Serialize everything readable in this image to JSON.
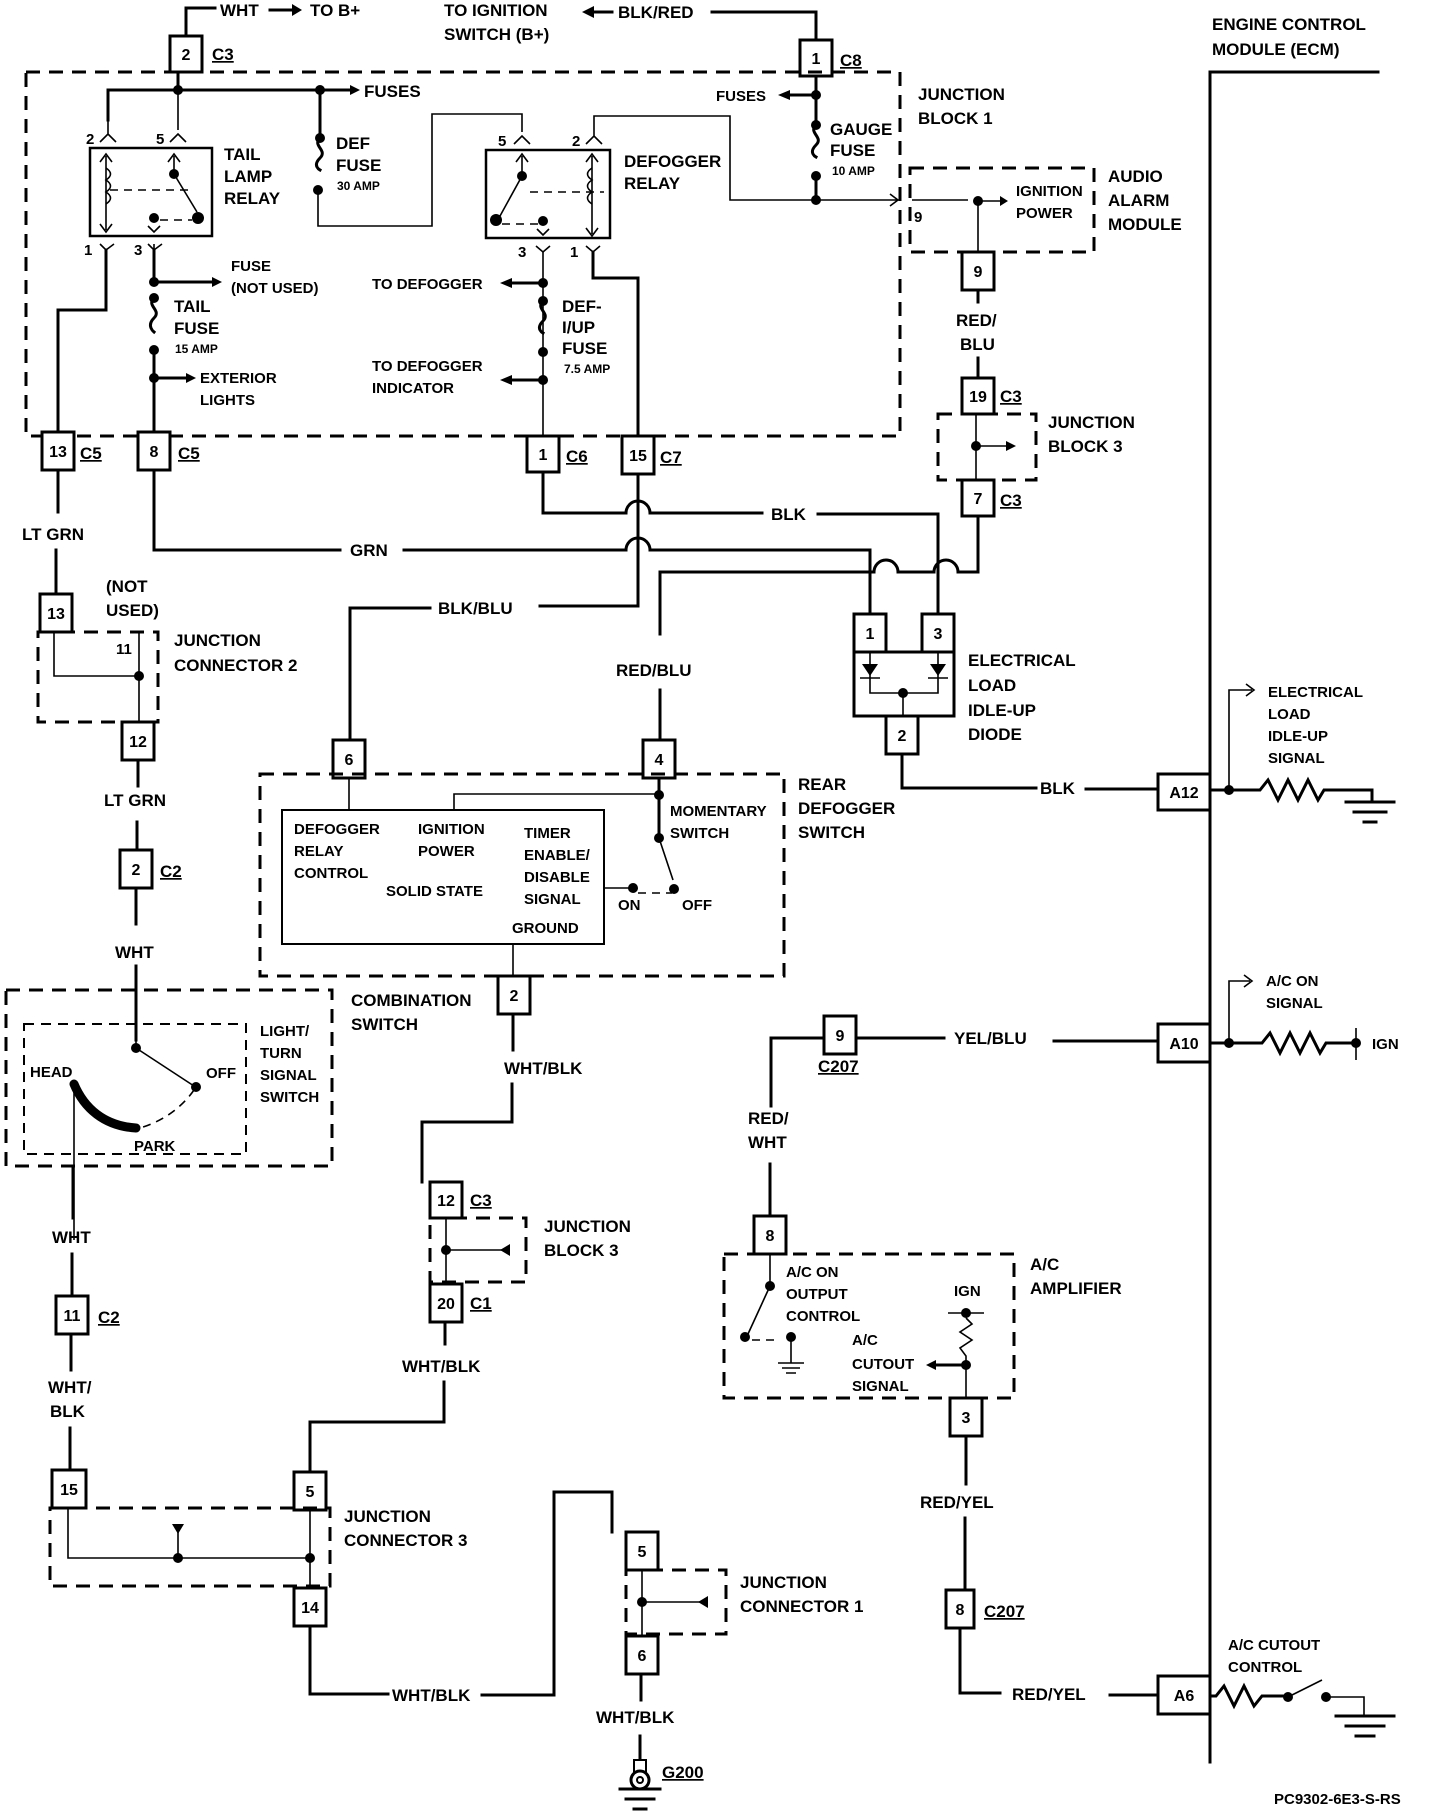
{
  "diagram": {
    "type": "automotive-wiring-schematic",
    "reference_code": "PC9302-6E3-S-RS",
    "components": {
      "ecm": {
        "line1": "ENGINE CONTROL",
        "line2": "MODULE (ECM)"
      },
      "junction_block_1": {
        "line1": "JUNCTION",
        "line2": "BLOCK 1"
      },
      "audio_alarm_module": {
        "line1": "AUDIO",
        "line2": "ALARM",
        "line3": "MODULE",
        "inner1": "IGNITION",
        "inner2": "POWER",
        "pin": "9"
      },
      "junction_block_3_top": {
        "line1": "JUNCTION",
        "line2": "BLOCK 3"
      },
      "junction_block_3_mid": {
        "line1": "JUNCTION",
        "line2": "BLOCK 3"
      },
      "tail_lamp_relay": {
        "line1": "TAIL",
        "line2": "LAMP",
        "line3": "RELAY",
        "pins": [
          "2",
          "5",
          "1",
          "3"
        ]
      },
      "defogger_relay": {
        "line1": "DEFOGGER",
        "line2": "RELAY",
        "pins": [
          "5",
          "2",
          "3",
          "1"
        ]
      },
      "def_fuse": {
        "line1": "DEF",
        "line2": "FUSE",
        "rating": "30 AMP"
      },
      "gauge_fuse": {
        "line1": "GAUGE",
        "line2": "FUSE",
        "rating": "10 AMP"
      },
      "tail_fuse": {
        "line1": "TAIL",
        "line2": "FUSE",
        "rating": "15 AMP"
      },
      "def_iup_fuse": {
        "line1": "DEF-",
        "line2": "I/UP",
        "line3": "FUSE",
        "rating": "7.5 AMP"
      },
      "junction_connector_2": {
        "line1": "JUNCTION",
        "line2": "CONNECTOR 2",
        "not_used1": "(NOT",
        "not_used2": "USED)",
        "inner_pin": "11"
      },
      "rear_defogger_switch": {
        "line1": "REAR",
        "line2": "DEFOGGER",
        "line3": "SWITCH",
        "relay_control": [
          "DEFOGGER",
          "RELAY",
          "CONTROL"
        ],
        "ignition_power": [
          "IGNITION",
          "POWER"
        ],
        "solid_state": "SOLID STATE",
        "timer": [
          "TIMER",
          "ENABLE/",
          "DISABLE",
          "SIGNAL"
        ],
        "ground": "GROUND",
        "momentary": [
          "MOMENTARY",
          "SWITCH"
        ],
        "on": "ON",
        "off": "OFF"
      },
      "electrical_load_diode": {
        "lines": [
          "ELECTRICAL",
          "LOAD",
          "IDLE-UP",
          "DIODE"
        ]
      },
      "elec_load_signal": {
        "lines": [
          "ELECTRICAL",
          "LOAD",
          "IDLE-UP",
          "SIGNAL"
        ]
      },
      "combination_switch": {
        "line1": "COMBINATION",
        "line2": "SWITCH",
        "inner": [
          "LIGHT/",
          "TURN",
          "SIGNAL",
          "SWITCH"
        ],
        "head": "HEAD",
        "off": "OFF",
        "park": "PARK"
      },
      "ac_on_signal": {
        "line1": "A/C ON",
        "line2": "SIGNAL",
        "ign": "IGN"
      },
      "ac_amplifier": {
        "line1": "A/C",
        "line2": "AMPLIFIER",
        "out": [
          "A/C ON",
          "OUTPUT",
          "CONTROL"
        ],
        "cut": [
          "A/C",
          "CUTOUT",
          "SIGNAL"
        ],
        "ign": "IGN"
      },
      "junction_connector_3": {
        "line1": "JUNCTION",
        "line2": "CONNECTOR 3"
      },
      "junction_connector_1": {
        "line1": "JUNCTION",
        "line2": "CONNECTOR 1"
      },
      "ac_cutout_control": {
        "line1": "A/C CUTOUT",
        "line2": "CONTROL"
      },
      "ground_g200": "G200"
    },
    "top": {
      "wht": "WHT",
      "to_b": "TO B+",
      "to_ign1": "TO IGNITION",
      "to_ign2": "SWITCH (B+)",
      "blk_red": "BLK/RED",
      "fuses_left": "FUSES",
      "fuses_right": "FUSES",
      "fuse_not_used1": "FUSE",
      "fuse_not_used2": "(NOT USED)",
      "ext1": "EXTERIOR",
      "ext2": "LIGHTS",
      "to_defogger": "TO DEFOGGER",
      "to_def_ind1": "TO DEFOGGER",
      "to_def_ind2": "INDICATOR"
    },
    "connectors": {
      "c3_top": {
        "pin": "2",
        "id": "C3"
      },
      "c8": {
        "pin": "1",
        "id": "C8"
      },
      "aam9": {
        "pin": "9"
      },
      "jb3_19": {
        "pin": "19",
        "id": "C3"
      },
      "jb3_7": {
        "pin": "7",
        "id": "C3"
      },
      "c5_13": {
        "pin": "13",
        "id": "C5"
      },
      "c5_8": {
        "pin": "8",
        "id": "C5"
      },
      "c6": {
        "pin": "1",
        "id": "C6"
      },
      "c7": {
        "pin": "15",
        "id": "C7"
      },
      "jc2_13": {
        "pin": "13"
      },
      "jc2_12": {
        "pin": "12"
      },
      "diode_1": {
        "pin": "1"
      },
      "diode_3": {
        "pin": "3"
      },
      "diode_2": {
        "pin": "2"
      },
      "rds_6": {
        "pin": "6"
      },
      "rds_4": {
        "pin": "4"
      },
      "rds_2": {
        "pin": "2"
      },
      "c2_2": {
        "pin": "2",
        "id": "C2"
      },
      "c2_11": {
        "pin": "11",
        "id": "C2"
      },
      "jb3_12": {
        "pin": "12",
        "id": "C3"
      },
      "jb3_20": {
        "pin": "20",
        "id": "C1"
      },
      "c207_9": {
        "pin": "9",
        "id": "C207"
      },
      "amp_8": {
        "pin": "8"
      },
      "amp_3": {
        "pin": "3"
      },
      "c207_8": {
        "pin": "8",
        "id": "C207"
      },
      "jc3_15": {
        "pin": "15"
      },
      "jc3_5": {
        "pin": "5"
      },
      "jc3_14": {
        "pin": "14"
      },
      "jc1_5": {
        "pin": "5"
      },
      "jc1_6": {
        "pin": "6"
      },
      "ecm_a12": {
        "pin": "A12"
      },
      "ecm_a10": {
        "pin": "A10"
      },
      "ecm_a6": {
        "pin": "A6"
      }
    },
    "wires": {
      "red_blu_top1": "RED/",
      "red_blu_top2": "BLU",
      "blk": "BLK",
      "grn": "GRN",
      "lt_grn_1": "LT GRN",
      "lt_grn_2": "LT GRN",
      "blk_blu": "BLK/BLU",
      "red_blu": "RED/BLU",
      "blk_a12": "BLK",
      "wht_1": "WHT",
      "wht_2": "WHT",
      "wht_blk_1": "WHT/BLK",
      "wht_blk_2": "WHT/BLK",
      "wht_blk_c2a": "WHT/",
      "wht_blk_c2b": "BLK",
      "wht_blk_3": "WHT/BLK",
      "wht_blk_4": "WHT/BLK",
      "yel_blu": "YEL/BLU",
      "red_wht1": "RED/",
      "red_wht2": "WHT",
      "red_yel_1": "RED/YEL",
      "red_yel_2": "RED/YEL"
    }
  }
}
